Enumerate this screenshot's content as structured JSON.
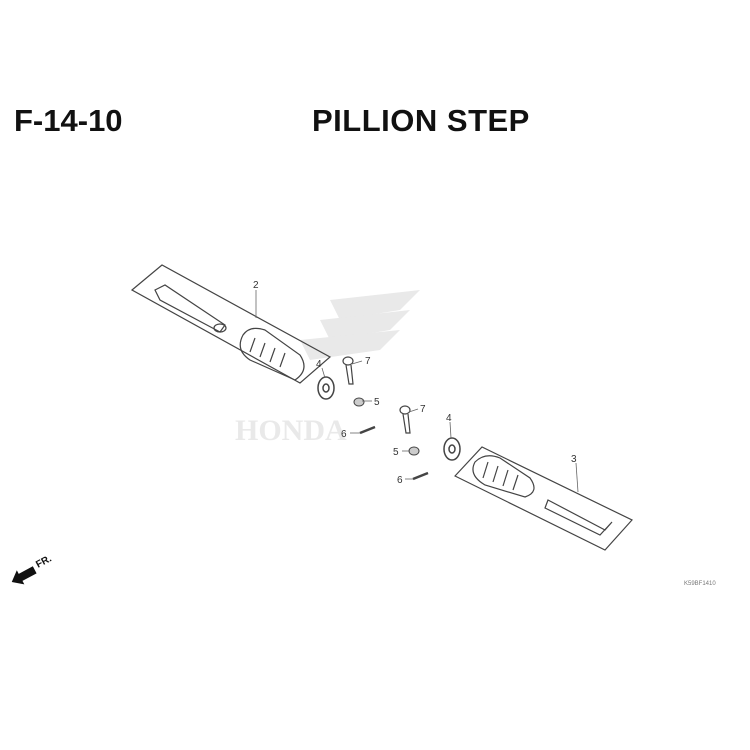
{
  "header": {
    "code": "F-14-10",
    "title": "PILLION STEP"
  },
  "callouts": {
    "p2": "2",
    "p3": "3",
    "p4a": "4",
    "p4b": "4",
    "p5a": "5",
    "p5b": "5",
    "p6a": "6",
    "p6b": "6",
    "p7a": "7",
    "p7b": "7"
  },
  "front_indicator": "FR.",
  "watermark": "HONDA",
  "reference_code": "K59BF1410"
}
